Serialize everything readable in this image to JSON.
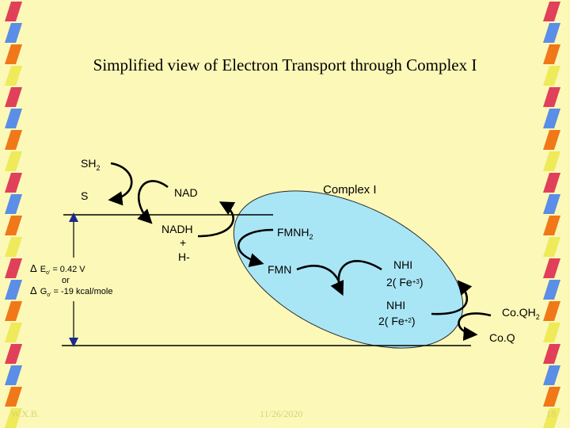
{
  "slide": {
    "title": "Simplified view of Electron Transport through Complex I"
  },
  "diagram": {
    "complex_label": "Complex I",
    "molecules": {
      "sh": "SH",
      "sh_sub": "2",
      "s": "S",
      "nad": "NAD",
      "nadh": "NADH",
      "plus": "+",
      "h_minus": "H-",
      "fmnh": "FMNH",
      "fmnh_sub": "2",
      "fmn": "FMN",
      "nhi_top": "NHI",
      "fe3_prefix": "2( Fe",
      "fe3_sup": "+3",
      "fe3_suffix": ")",
      "nhi_bottom": "NHI",
      "fe2_prefix": "2( Fe",
      "fe2_sup": "+2",
      "fe2_suffix": ")",
      "coqh": "Co.QH",
      "coqh_sub": "2",
      "coq": "Co.Q"
    },
    "energy": {
      "delta": "Δ",
      "e_symbol": "E",
      "e_sub": "o'",
      "e_value": " = 0.42 V",
      "or": "or",
      "g_symbol": "G",
      "g_sub": "o'",
      "g_value": " = -19 kcal/mole"
    }
  },
  "footer": {
    "author": "W.X.B.",
    "date": "11/26/2020",
    "page": "18"
  },
  "colors": {
    "background": "#fcf8b8",
    "ellipse": "#a9e6f5",
    "border_red": "#e0405a",
    "border_blue": "#5b8ee6",
    "border_orange": "#f07818",
    "border_yellow": "#eeea5a",
    "footer_text": "#d6d27a"
  }
}
